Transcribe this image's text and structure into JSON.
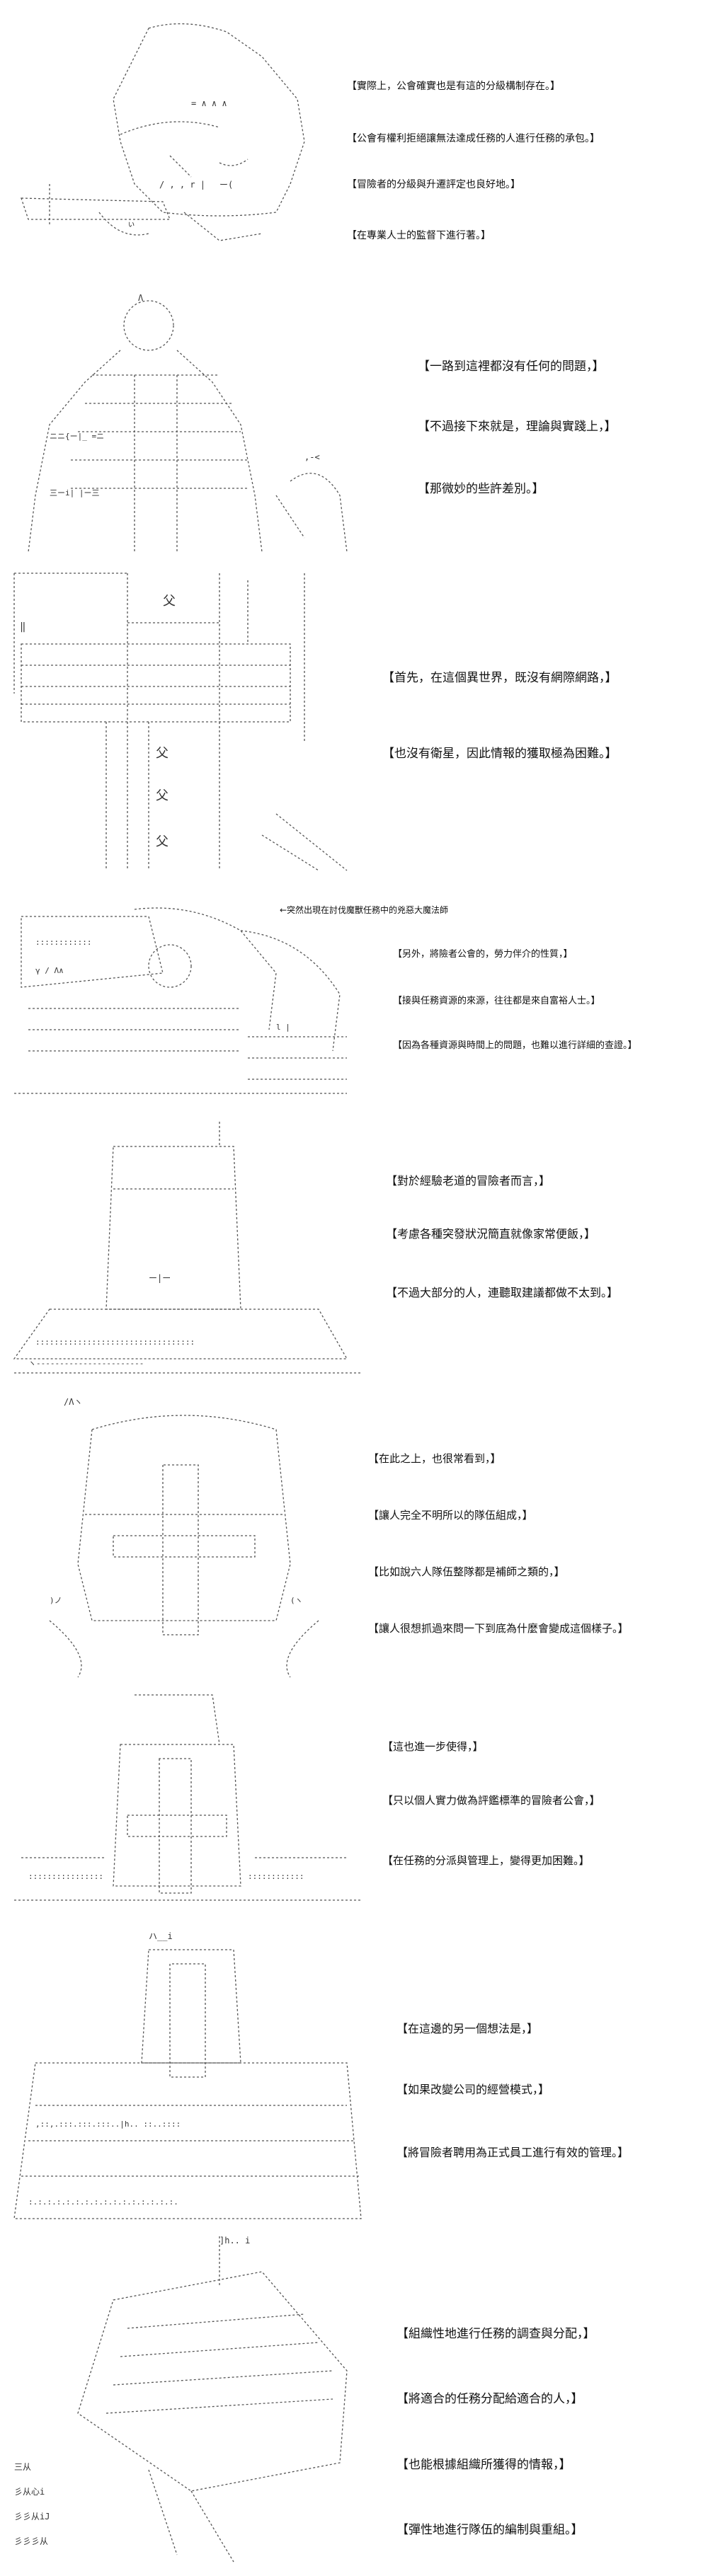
{
  "panels": [
    {
      "lines": [
        "【實際上，公會確實也是有這的分級構制存在。】",
        "【公會有權利拒絕讓無法達成任務的人進行任務的承包。】",
        "【冒險者的分級與升遷評定也良好地。】",
        "【在專業人士的監督下進行著。】"
      ]
    },
    {
      "lines": [
        "【一路到這裡都沒有任何的問題，】",
        "【不過接下來就是，理論與實踐上，】",
        "【那微妙的些許差別。】"
      ]
    },
    {
      "lines": [
        "【首先，在這個異世界，既沒有網際網路，】",
        "【也沒有衛星，因此情報的獲取極為困難。】"
      ]
    },
    {
      "art_label": "←突然出現在討伐魔獸任務中的兇惡大魔法師",
      "lines": [
        "【另外，將險者公會的，勞力伴介的性質，】",
        "【接與任務資源的來源，往往都是來自富裕人士。】",
        "【因為各種資源與時間上的問題，也難以進行詳細的查證。】"
      ]
    },
    {
      "lines": [
        "【對於經驗老道的冒險者而言，】",
        "【考慮各種突發狀況簡直就像家常便飯，】",
        "【不過大部分的人，連聽取建議都做不太到。】"
      ]
    },
    {
      "lines": [
        "【在此之上，也很常看到，】",
        "【讓人完全不明所以的隊伍組成，】",
        "【比如說六人隊伍整隊都是補師之類的，】",
        "【讓人很想抓過來問一下到底為什麼會變成這個樣子。】"
      ]
    },
    {
      "lines": [
        "【這也進一步使得，】",
        "【只以個人實力做為評鑑標準的冒險者公會，】",
        "【在任務的分派與管理上，變得更加困難。】"
      ]
    },
    {
      "lines": [
        "【在這邊的另一個想法是，】",
        "【如果改變公司的經營模式，】",
        "【將冒險者聘用為正式員工進行有效的管理。】"
      ]
    },
    {
      "lines": [
        "【組織性地進行任務的調查與分配，】",
        "【將適合的任務分配給適合的人，】",
        "【也能根據組織所獲得的情報，】",
        "【彈性地進行隊伍的編制與重組。】"
      ]
    }
  ]
}
